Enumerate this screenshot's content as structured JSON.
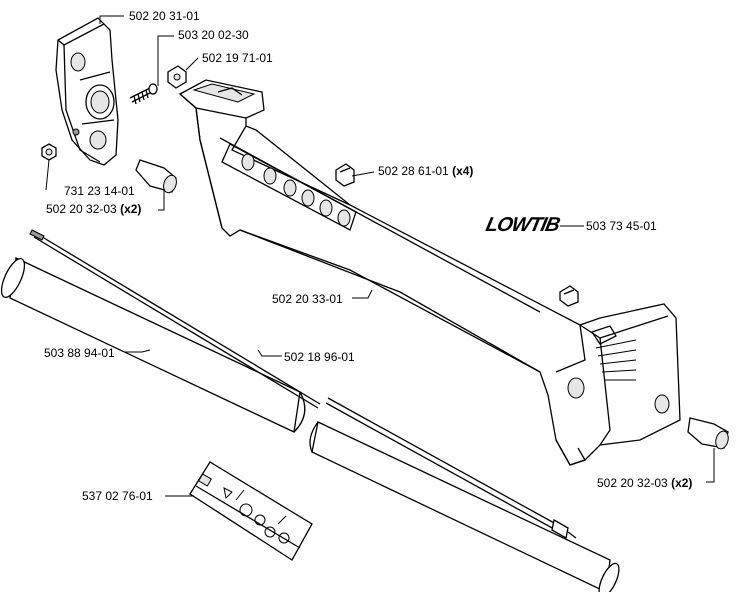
{
  "parts": {
    "p1": {
      "number": "502 20 31-01"
    },
    "p2": {
      "number": "503 20 02-30"
    },
    "p3": {
      "number": "502 19 71-01"
    },
    "p4": {
      "number": "502 28 61-01",
      "qty": "(x4)"
    },
    "p5": {
      "number": "731 23 14-01"
    },
    "p6": {
      "number": "502 20 32-03",
      "qty": "(x2)"
    },
    "p7": {
      "number": "503 73 45-01"
    },
    "p8": {
      "number": "502 20 33-01"
    },
    "p9": {
      "number": "503 88 94-01"
    },
    "p10": {
      "number": "502 18 96-01"
    },
    "p11": {
      "number": "502 20 32-03",
      "qty": "(x2)"
    },
    "p12": {
      "number": "537 02 76-01"
    }
  },
  "decal_logo": {
    "text": "LOWTIB"
  }
}
